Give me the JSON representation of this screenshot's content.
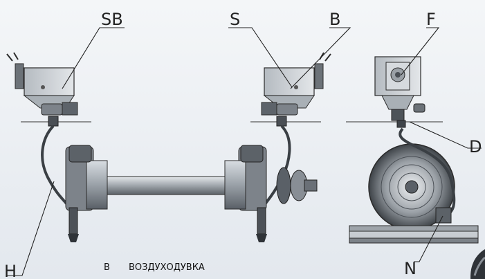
{
  "callouts": {
    "sb": "SB",
    "s": "S",
    "b": "B",
    "f": "F",
    "d": "D",
    "h": "H",
    "n": "N"
  },
  "legend": [
    {
      "key": "B",
      "text": "ВОЗДУХОДУВКА"
    }
  ],
  "colors": {
    "metal_dark": "#4a4f55",
    "metal_mid": "#8a9097",
    "metal_light": "#c9ced3",
    "outline": "#2b2b2b"
  }
}
